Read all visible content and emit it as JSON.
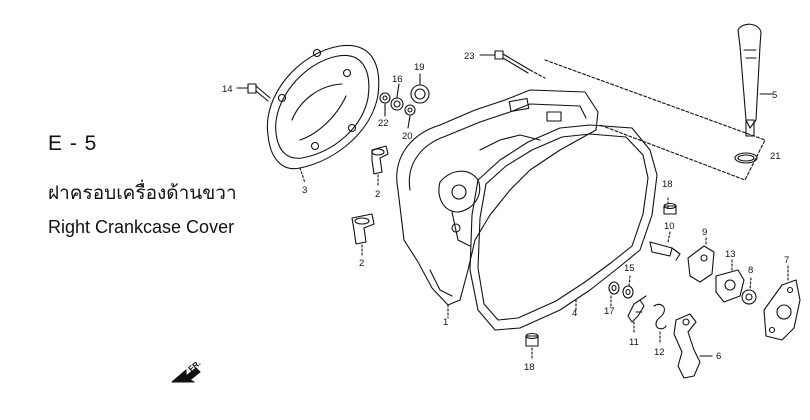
{
  "diagram": {
    "section_code": "E - 5",
    "title_thai": "ฝาครอบเครื่องด้านขวา",
    "title_english": "Right Crankcase Cover",
    "direction_marker": "FR.",
    "callouts": [
      "1",
      "2",
      "2",
      "3",
      "4",
      "5",
      "6",
      "7",
      "8",
      "9",
      "10",
      "11",
      "12",
      "13",
      "14",
      "15",
      "16",
      "17",
      "18",
      "18",
      "19",
      "20",
      "21",
      "22",
      "23"
    ]
  }
}
